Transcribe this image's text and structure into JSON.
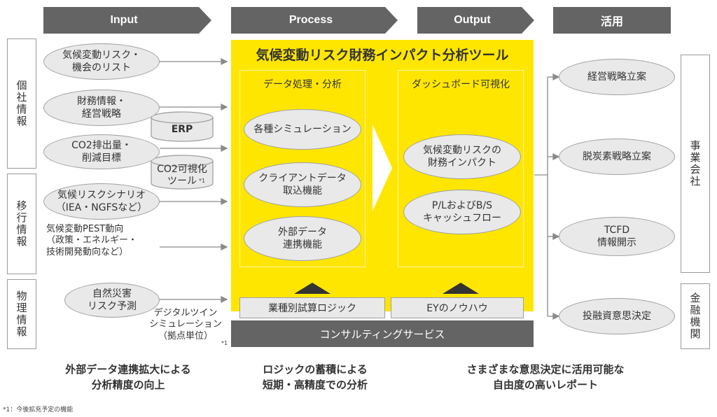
{
  "headers": {
    "input": "Input",
    "process": "Process",
    "output": "Output",
    "usage": "活用"
  },
  "left_categories": {
    "company": "個社情報",
    "transition": "移行情報",
    "physical": "物理情報"
  },
  "inputs": {
    "risk_list": "気候変動リスク・\n機会のリスト",
    "financial": "財務情報・\n経営戦略",
    "co2": "CO2排出量・\n削減目標",
    "scenario": "気候リスクシナリオ\n（IEA・NGFSなど）",
    "pest": "気候変動PEST動向\n（政策・エネルギー・\n技術開発動向など）",
    "disaster": "自然災害\nリスク予測"
  },
  "systems": {
    "erp": "ERP",
    "co2_tool": "CO2可視化\nツール",
    "co2_tool_mark": "*1",
    "digital_twin": "デジタルツイン\nシミュレーション\n（拠点単位）",
    "digital_twin_mark": "*1"
  },
  "tool": {
    "title": "気候変動リスク財務インパクト分析ツール",
    "analysis_title": "データ処理・分析",
    "analysis_items": [
      "各種シミュレーション",
      "クライアントデータ\n取込機能",
      "外部データ\n連携機能"
    ],
    "dashboard_title": "ダッシュボード可視化",
    "dashboard_items": [
      "気候変動リスクの\n財務インパクト",
      "P/LおよびB/S\nキャッシュフロー"
    ],
    "logic_box": "業種別試算ロジック",
    "knowhow_box": "EYのノウハウ",
    "consulting": "コンサルティングサービス"
  },
  "outputs": [
    "経営戦略立案",
    "脱炭素戦略立案",
    "TCFD\n情報開示",
    "投融資意思決定"
  ],
  "right_categories": {
    "business": "事業会社",
    "finance": "金融機関"
  },
  "captions": {
    "input": "外部データ連携拡大による\n分析精度の向上",
    "process": "ロジックの蓄積による\n短期・高精度での分析",
    "output": "さまざまな意思決定に活用可能な\n自由度の高いレポート"
  },
  "footnote": "*1：今後拡充予定の機能",
  "colors": {
    "chevron": "#646464",
    "yellow": "#ffe600",
    "ellipse_fill": "#e9e9e9",
    "dark_bar": "#646464"
  }
}
